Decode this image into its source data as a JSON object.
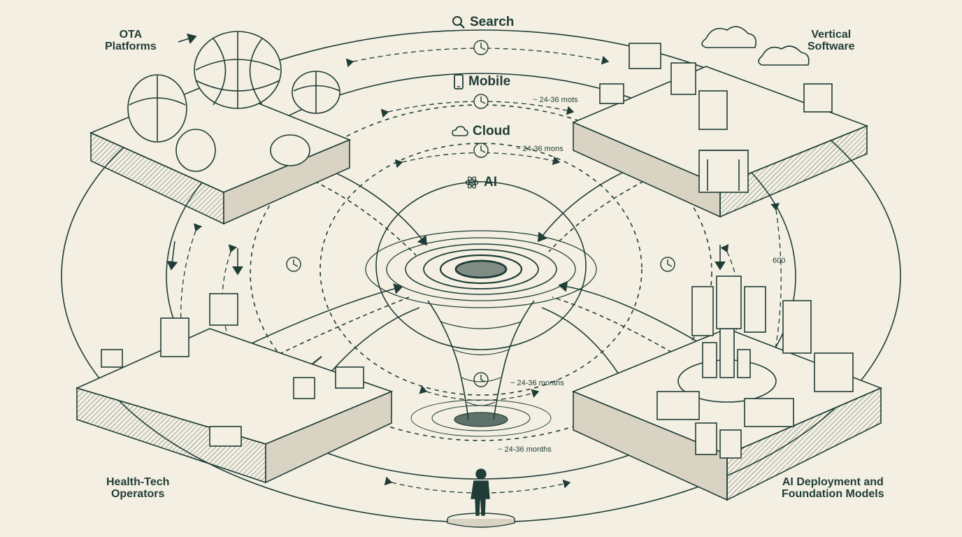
{
  "corners": {
    "ota": {
      "line1": "OTA",
      "line2": "Platforms"
    },
    "vertical": {
      "line1": "Vertical",
      "line2": "Software"
    },
    "health": {
      "line1": "Health-Tech",
      "line2": "Operators"
    },
    "ai_deploy": {
      "line1": "AI Deployment and",
      "line2": "Foundation Models"
    }
  },
  "eras": [
    {
      "label": "Search",
      "icon": "magnifier-icon"
    },
    {
      "label": "Mobile",
      "icon": "phone-icon"
    },
    {
      "label": "Cloud",
      "icon": "cloud-icon"
    },
    {
      "label": "AI",
      "icon": "atom-icon"
    }
  ],
  "durations": {
    "mobile": "~ 24-36 mots",
    "cloud": "~ 24-36 mons",
    "vortex": "~ 24-36 months",
    "outer": "~ 24-36 months",
    "right": "600"
  },
  "colors": {
    "ink": "#1f3d36",
    "paper": "#f4efe3",
    "shade": "#d9d3c3"
  }
}
